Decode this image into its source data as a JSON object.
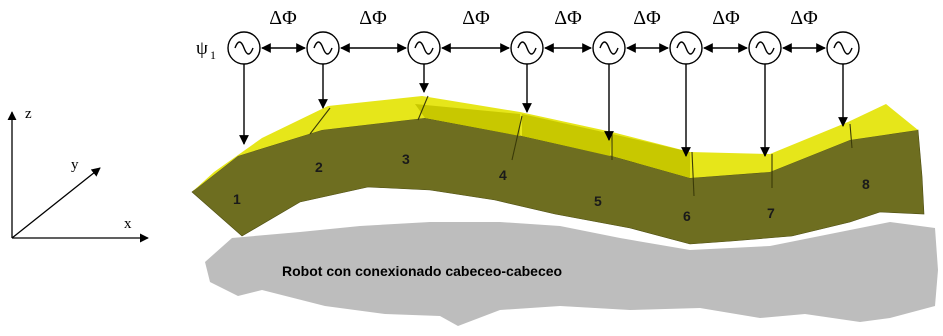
{
  "axes": {
    "z": "z",
    "y": "y",
    "x": "x"
  },
  "phase_label": "ΔΦ",
  "psi_symbol": "ψ",
  "psi_subscript": "1",
  "module_labels": [
    "1",
    "2",
    "3",
    "4",
    "5",
    "6",
    "7",
    "8"
  ],
  "caption": "Robot con conexionado cabeceo-cabeceo",
  "colors": {
    "module_top": "#e6e61a",
    "module_top_shade": "#c8c800",
    "module_side": "#6e6e20",
    "shadow": "#bdbdbd",
    "line": "#000000"
  },
  "icons": [
    "oscillator-icon",
    "double-arrow-icon",
    "down-arrow-icon"
  ]
}
